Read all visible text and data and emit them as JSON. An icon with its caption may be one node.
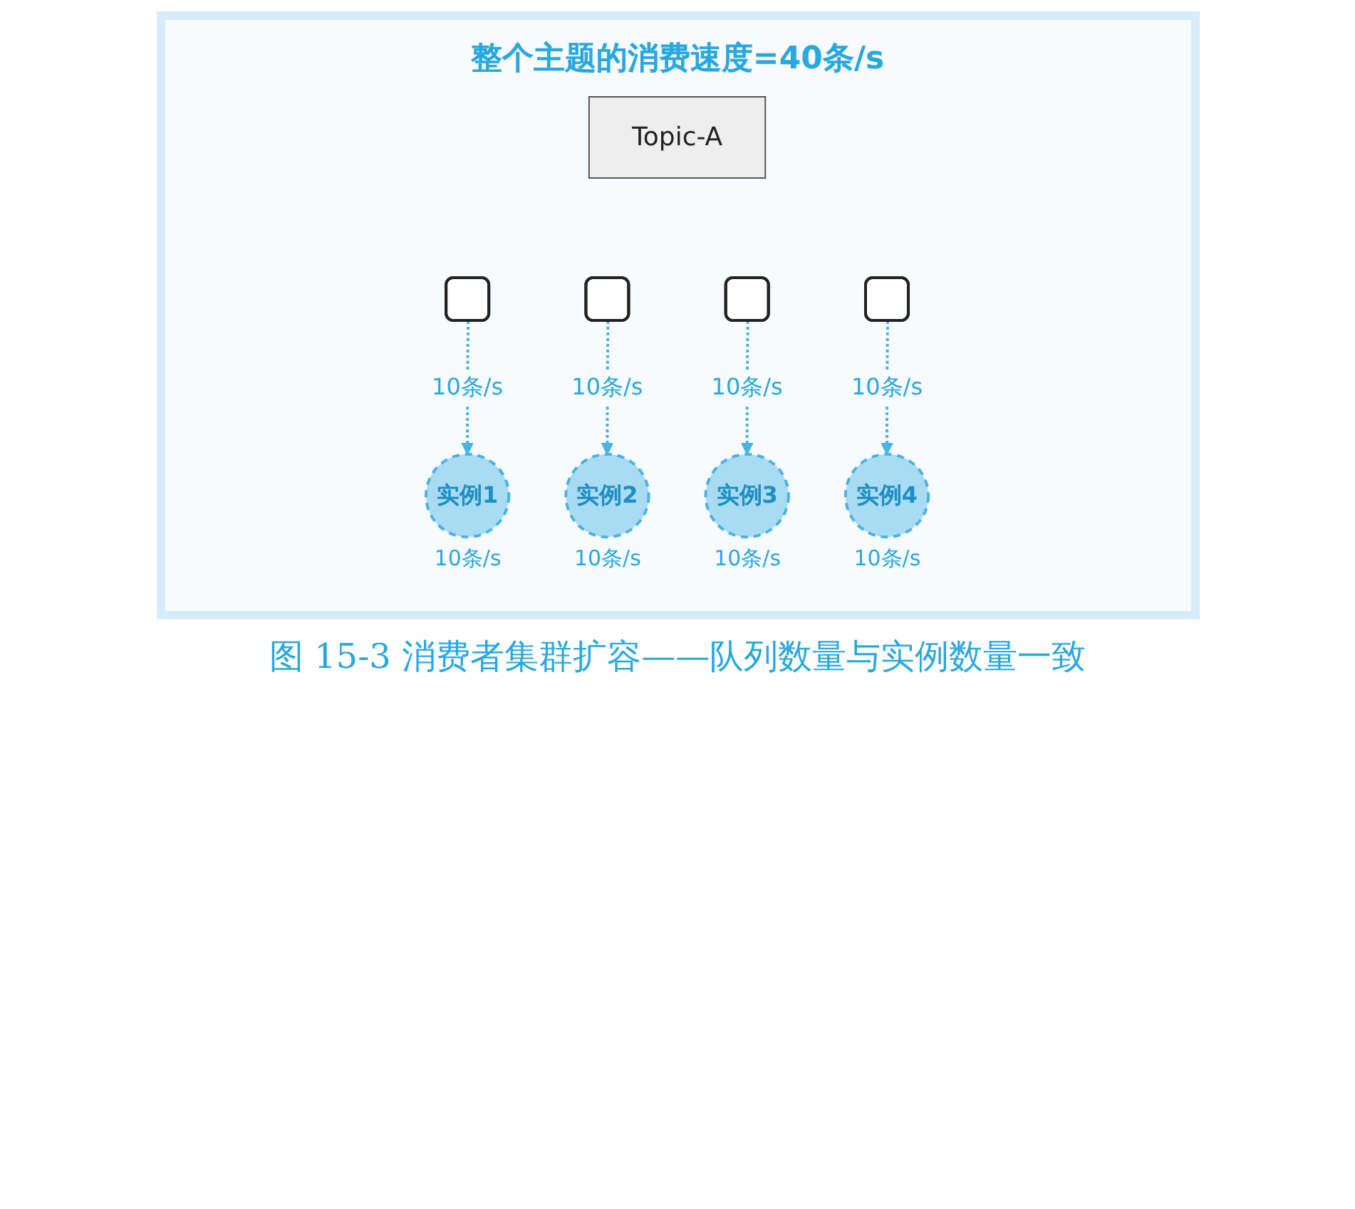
{
  "diagram": {
    "title": "整个主题的消费速度=40条/s",
    "caption": "图 15-3 消费者集群扩容——队列数量与实例数量一致",
    "nodes": [
      {
        "text": [
          "Topic-A"
        ]
      },
      {
        "text": [],
        "shape": "bar"
      },
      {
        "text": [],
        "shape": "bar"
      },
      {
        "text": [],
        "shape": "bar"
      },
      {
        "text": [],
        "shape": "bar"
      },
      {
        "text": [
          "实例1"
        ],
        "beside": [
          "10条/s"
        ]
      },
      {
        "text": [
          "实例2"
        ],
        "beside": [
          "10条/s"
        ]
      },
      {
        "text": [
          "实例3"
        ],
        "beside": [
          "10条/s"
        ]
      },
      {
        "text": [
          "实例4"
        ],
        "beside": [
          "10条/s"
        ]
      }
    ],
    "edges": [
      {
        "from": 1,
        "to": 5,
        "arrow": "to",
        "label": "10条/s",
        "style": "dashed",
        "color": "#4ab3e6"
      },
      {
        "from": 2,
        "to": 6,
        "arrow": "to",
        "label": "10条/s",
        "style": "dashed",
        "color": "#4ab3e6"
      },
      {
        "from": 3,
        "to": 7,
        "arrow": "to",
        "label": "10条/s",
        "style": "dashed",
        "color": "#4ab3e6"
      },
      {
        "from": 4,
        "to": 8,
        "arrow": "to",
        "label": "10条/s",
        "style": "dashed",
        "color": "#4ab3e6"
      }
    ]
  }
}
